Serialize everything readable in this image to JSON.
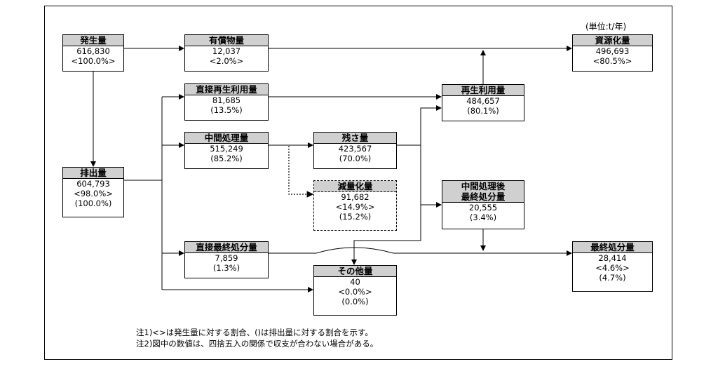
{
  "unit_label": "(単位:t/年)",
  "nodes": {
    "hassei": {
      "title": "発生量",
      "values": [
        "616,830",
        "<100.0%>"
      ]
    },
    "yusho": {
      "title": "有償物量",
      "values": [
        "12,037",
        "<2.0%>"
      ]
    },
    "shigen": {
      "title": "資源化量",
      "values": [
        "496,693",
        "<80.5%>"
      ]
    },
    "chokusai": {
      "title": "直接再生利用量",
      "values": [
        "81,685",
        "(13.5%)"
      ]
    },
    "saisei": {
      "title": "再生利用量",
      "values": [
        "484,657",
        "(80.1%)"
      ]
    },
    "chukan": {
      "title": "中間処理量",
      "values": [
        "515,249",
        "(85.2%)"
      ]
    },
    "zansa": {
      "title": "残さ量",
      "values": [
        "423,567",
        "(70.0%)"
      ]
    },
    "haishutsu": {
      "title": "排出量",
      "values": [
        "604,793",
        "<98.0%>",
        "(100.0%)"
      ]
    },
    "genryo": {
      "title": "減量化量",
      "values": [
        "91,682",
        "<14.9%>",
        "(15.2%)"
      ]
    },
    "chukango": {
      "title": "中間処理後",
      "title2": "最終処分量",
      "values": [
        "20,555",
        "(3.4%)"
      ]
    },
    "chokusaishu": {
      "title": "直接最終処分量",
      "values": [
        "7,859",
        "(1.3%)"
      ]
    },
    "saishu": {
      "title": "最終処分量",
      "values": [
        "28,414",
        "<4.6%>",
        "(4.7%)"
      ]
    },
    "sonota": {
      "title": "その他量",
      "values": [
        "40",
        "<0.0%>",
        "(0.0%)"
      ]
    }
  },
  "notes": [
    "注1)<>は発生量に対する割合、()は排出量に対する割合を示す。",
    "注2)図中の数値は、四捨五入の関係で収支が合わない場合がある。"
  ]
}
